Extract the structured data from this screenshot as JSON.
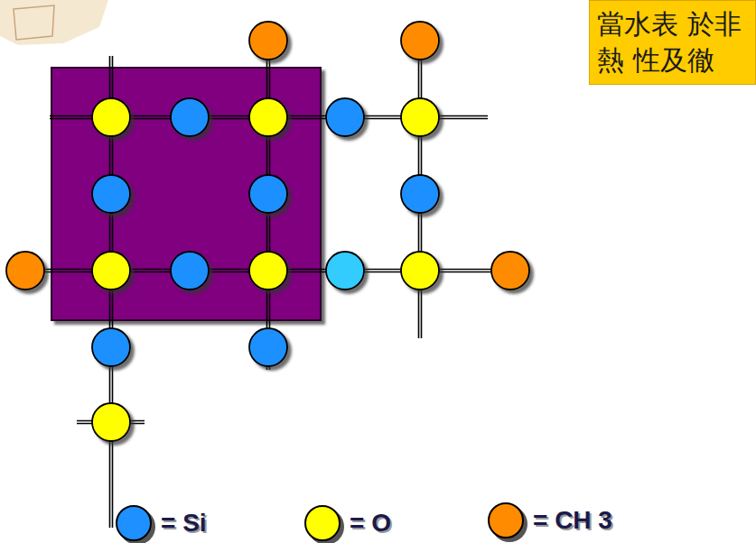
{
  "diagram": {
    "nodes": [
      {
        "text": [
          "當水表 於非熱 性及徹"
        ]
      }
    ],
    "legend": [
      {
        "text": "= Si",
        "color": "#1e90ff"
      },
      {
        "text": "= O",
        "color": "#ffff00"
      },
      {
        "text": "= CH 3",
        "color": "#ff8c00"
      }
    ]
  }
}
